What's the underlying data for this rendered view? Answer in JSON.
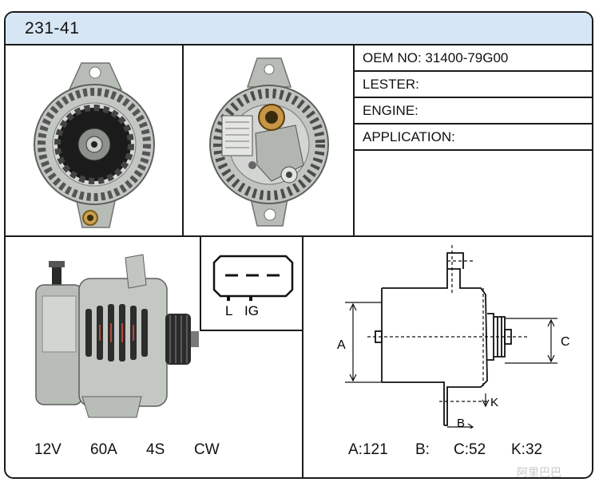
{
  "header": {
    "part_number": "231-41"
  },
  "info": {
    "oem": "OEM NO: 31400-79G00",
    "lester": "LESTER:",
    "engine": "ENGINE:",
    "application": "APPLICATION:"
  },
  "connector": {
    "label_l": "L",
    "label_ig": "IG"
  },
  "specs": {
    "voltage": "12V",
    "amperage": "60A",
    "pulley": "4S",
    "rotation": "CW"
  },
  "dimensions": {
    "label_a": "A",
    "label_b": "B",
    "label_c": "C",
    "label_k": "K",
    "a": "A:121",
    "b": "B:",
    "c": "C:52",
    "k": "K:32"
  },
  "watermark": "阿里巴巴",
  "colors": {
    "title_bg": "#d7e6f5",
    "border": "#1a1a1a",
    "metal": "#b9bdb8"
  }
}
